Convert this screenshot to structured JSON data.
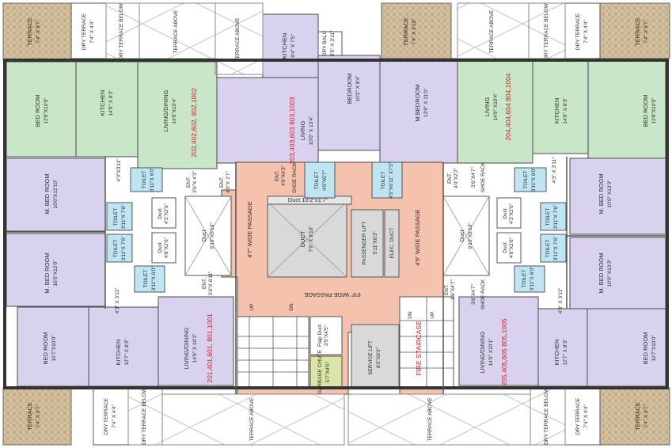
{
  "colors": {
    "living": "#c9e6c9",
    "bedroom": "#d9d2ee",
    "passage": "#f4c2ad",
    "duct": "#d9d9d9",
    "toilet": "#bfe4f2",
    "garbage": "#d9e6a8",
    "terrace": "#d8c6a8",
    "red_text": "#d21a1a",
    "wall": "#333333"
  },
  "labels": {
    "terrace": "TERRACE",
    "terrace_size": "7'4\" X 9'7\"",
    "terrace_size_tr": "7'4\" X 9'10\"",
    "dry_terrace": "DRY TERRACE",
    "dry_terrace_size": "7'4\" X 4'4\"",
    "dry_terrace_below": "DRY TERRACE BELOW",
    "terrace_above": "TERRACE ABOVE",
    "kitchen": "KITCHEN",
    "kitchen_size_a": "14'9\" X 8'3\"",
    "kitchen_size_b": "9'4\" X 7'5\"",
    "kitchen_size_c": "12'7\" X 8'3\"",
    "bedroom": "BED ROOM",
    "bedroom_a": "BEDROOM",
    "bedroom_size_a": "12'8\"X10'0\"",
    "bedroom_size_b": "10'7\"X10'0\"",
    "bedroom_size_c": "10'2\" X 8'4\"",
    "mbed": "M. BED ROOM",
    "mbed_size_a": "10'0\"X12'10\"",
    "mbed_size_b": "10'0\"X12'0\"",
    "mbed_size_c": "10'0\" X13'3\"",
    "mbedroom": "M.BEDROOM",
    "mbedroom_size": "13'9\" X 11'0\"",
    "living_dining": "LIVING/DINING",
    "living_dining_size_a": "14'9\"X10'4\"",
    "living_dining_size_b": "14'9\" X 10'3\"",
    "living_dining_size_c": "14'9\" X10'1\"",
    "living": "LIVING",
    "living_size_a": "10'0\" X 13'4\"",
    "living_size_b": "14'9\" X10'4\"",
    "flats_nw": "202,402,602, 802,1002",
    "flats_nc": "203,403,603 803,1003",
    "flats_ne": "204,404,604 804,1004",
    "flats_sw": "201,401,601, 801,1001",
    "flats_se": "205,405,605 805,1005",
    "dry_balc": "DRY BALC",
    "dry_balc_size": "5'5\" X 3'11\"",
    "toilet": "TOILET",
    "toilet_size_a": "3'11\"X 6'0\"",
    "toilet_size_b": "3'11\"X 7'6\"",
    "toilet_size_c": "4'0\"X5'7\"",
    "toilet_size_d": "4'5\"X6'11\" X7'3\"",
    "duct": "Duct",
    "duct_size_s1": "4'3\"X2'6\"",
    "duct_size_s2": "4'8\"X2'6\"",
    "duct_big": "Duct",
    "duct_big_size": "9'10\"X6'10\"",
    "duct_upper": "Duct 10'2\"x1'7\"",
    "duct_main": "DUCT",
    "duct_main_size": "7'9\" X 9'10\"",
    "ent": "ENT.",
    "ent_size_a": "3'6\"X 4'3\"",
    "ent_size_b": "4'0\"X 2'7\"",
    "ent_size_c": "4'6\"X4'3\"",
    "ent_size_d": "4'0\"X2'2\"",
    "ent_size_e": "3'6\"X 6'11\"",
    "ent_size_f": "3'6\"X4'7\"",
    "shoe_rack": "SHOE RACK",
    "passage_47": "4'7\" WIDE PASSAGE",
    "passage_49": "4'9\" WIDE PASSAGE",
    "passage_66": "6'6\" WIDE PASSAGE",
    "passenger_lift": "PASSENGER LIFT",
    "passenger_lift_size": "5'11\"X6'3\"",
    "elec_duct": "ELEC. DUCT",
    "fire_staircase": "FIRE STAIRCASE",
    "service_lift": "SERVICE LIFT",
    "service_lift_size": "8'2\"X6'3\"",
    "garbage_chute": "GARBAGE CHUTE",
    "garbage_chute_size": "5'7\"X4'5\"",
    "flap_duct": "Flap Duct",
    "flap_duct_size": "3'5\"X4'5\"",
    "passage_small": "4'3\"X3'11\"",
    "passage_small_b": "4'3\" X 3'11\"",
    "up": "UP",
    "dn": "DN",
    "dim_36x47": "3'6\"X4'7\""
  }
}
